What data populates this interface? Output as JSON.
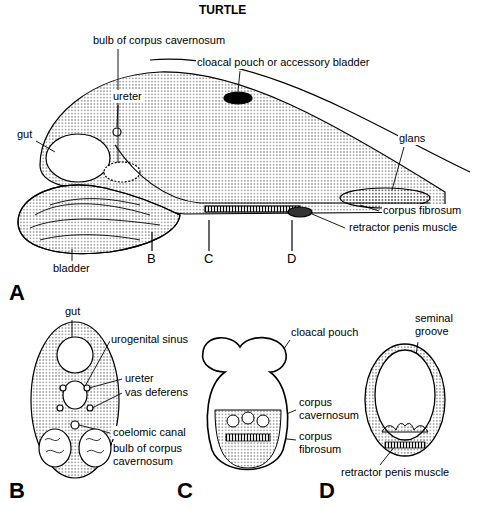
{
  "diagram": {
    "title": "TURTLE",
    "labels": [
      "bulb of corpus cavernosum",
      "cloacal pouch or accessory bladder",
      "ureter",
      "gut",
      "glans",
      "bladder",
      "B",
      "C",
      "D",
      "corpus fibrosum",
      "retractor penis muscle",
      "A",
      "gut",
      "urogenital sinus",
      "ureter",
      "vas deferens",
      "coelomic canal",
      "bulb of corpus cavernosum",
      "B",
      "cloacal pouch",
      "corpus cavernosum",
      "corpus fibrosum",
      "C",
      "seminal groove",
      "retractor penis muscle",
      "D"
    ]
  }
}
